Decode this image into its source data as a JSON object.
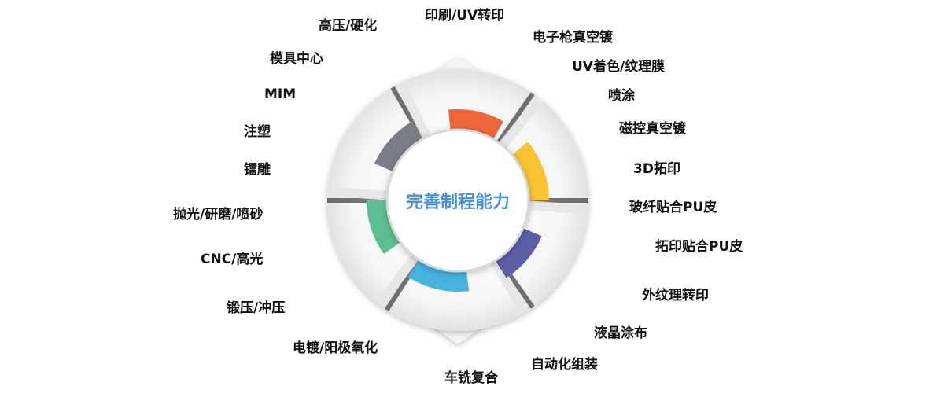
{
  "center_title": "完善制程能力",
  "left_labels": [
    "高压/硬化",
    "模具中心",
    "MIM",
    "注塑",
    "镭雕",
    "抛光/研磨/喷砂",
    "CNC/高光",
    "锻压/冲压",
    "电镀/阳极氧化",
    "车铣复合"
  ],
  "right_labels": [
    "印刷/UV转印",
    "电子枪真空镀",
    "UV着色/纹理膜",
    "喷涂",
    "磁控真空镀",
    "3D拓印",
    "玻纤贴合PU皮",
    "拓印贴合PU皮",
    "外纹理转印",
    "液晶涂布",
    "自动化组装"
  ],
  "segment_colors": [
    "#f0643c",
    "#f7c332",
    "#5c5ea8",
    "#45b3e0",
    "#5cbf94",
    "#7a7d85"
  ],
  "title_color": "#4a90d9"
}
